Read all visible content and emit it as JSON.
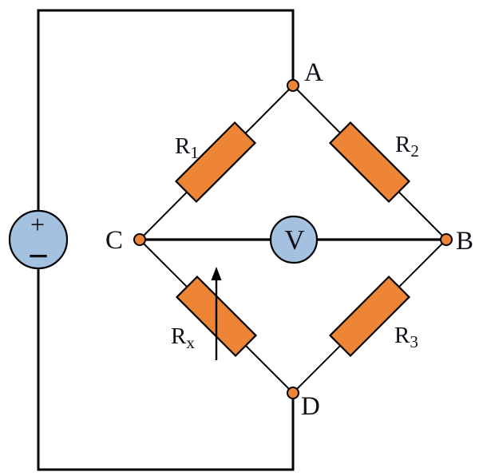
{
  "figure": {
    "kind": "wheatstone-bridge-circuit-diagram",
    "nodes": {
      "a": {
        "label": "A"
      },
      "b": {
        "label": "B"
      },
      "c": {
        "label": "C"
      },
      "d": {
        "label": "D"
      }
    },
    "resistors": {
      "r1": {
        "base": "R",
        "sub": "1"
      },
      "r2": {
        "base": "R",
        "sub": "2"
      },
      "rx": {
        "base": "R",
        "sub": "x"
      },
      "r3": {
        "base": "R",
        "sub": "3"
      }
    },
    "voltmeter": {
      "label": "V"
    },
    "battery": {
      "positive_label": "+",
      "negative_label": "−"
    },
    "colors": {
      "component_orange": "#EE8435",
      "component_blue": "#A4C2E0",
      "wire_black": "#000000"
    }
  }
}
